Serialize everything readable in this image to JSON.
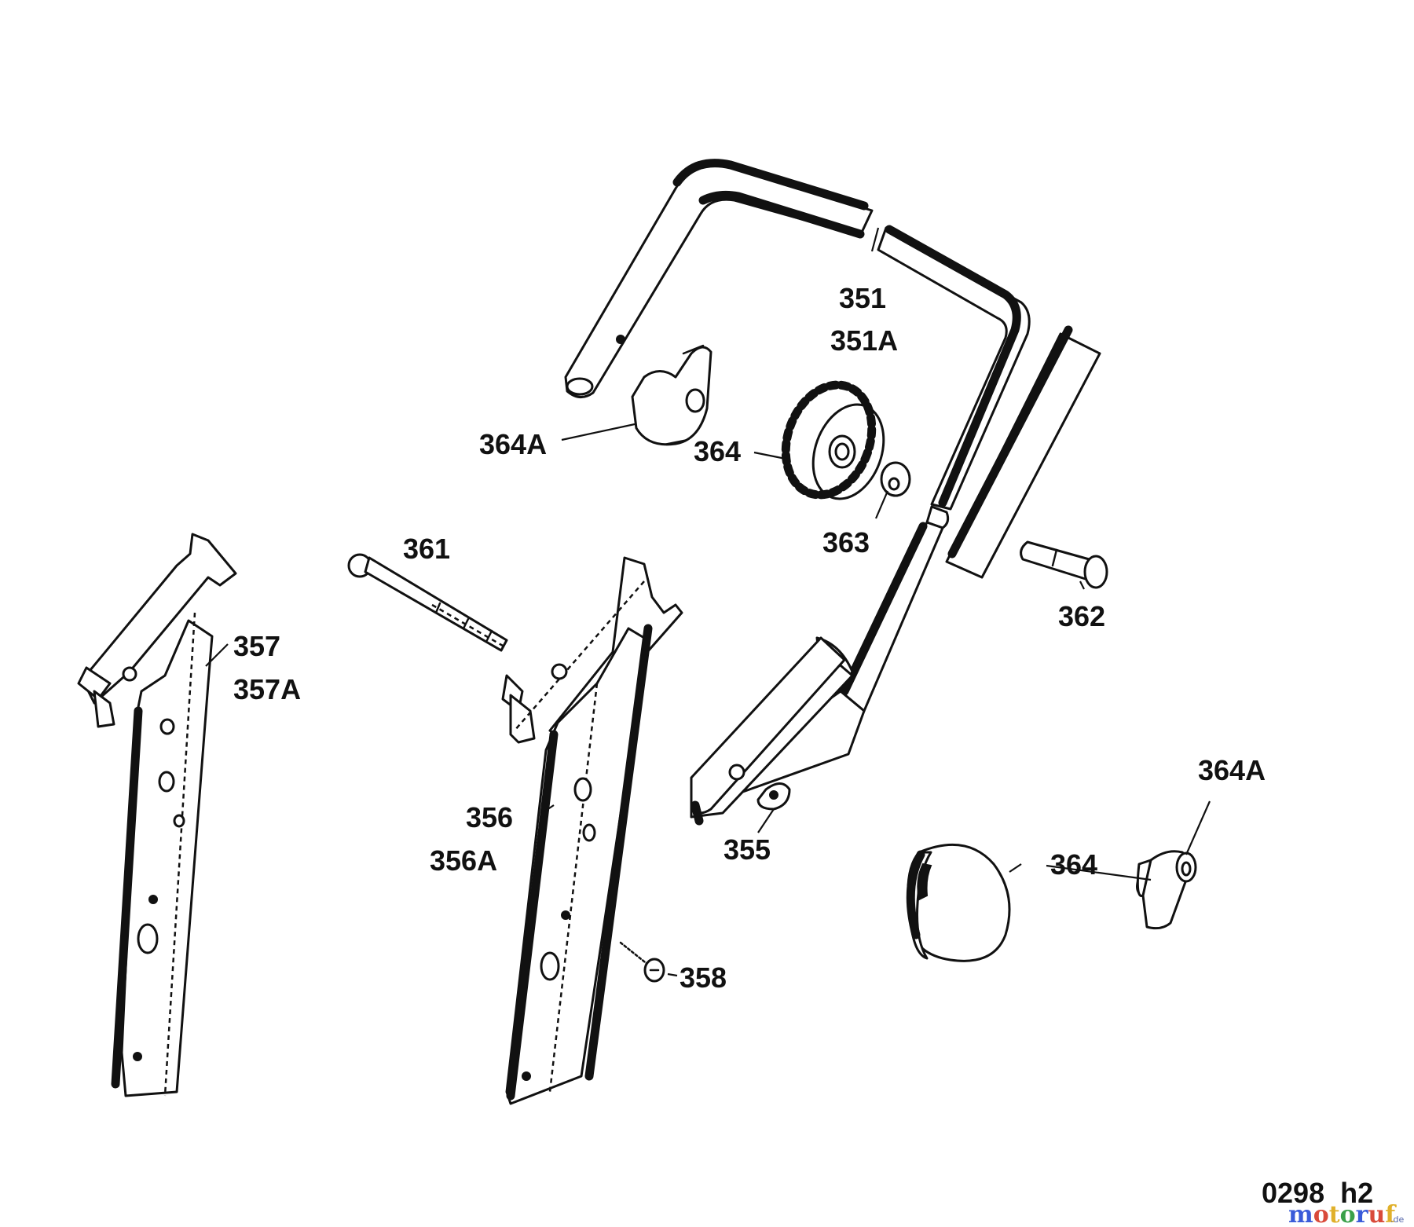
{
  "labels": {
    "p351": "351",
    "p351a": "351A",
    "p364a_top": "364A",
    "p364_top": "364",
    "p363": "363",
    "p361": "361",
    "p357": "357",
    "p357a": "357A",
    "p362": "362",
    "p356": "356",
    "p356a": "356A",
    "p355": "355",
    "p364a_bottom": "364A",
    "p364_bottom": "364",
    "p358": "358"
  },
  "drawing_code": "0298  h2",
  "watermark": {
    "text": "motoruf",
    "suffix": ".de",
    "colors": [
      "#3a5bd9",
      "#d94a3a",
      "#e0b02a",
      "#3aa04a"
    ]
  }
}
